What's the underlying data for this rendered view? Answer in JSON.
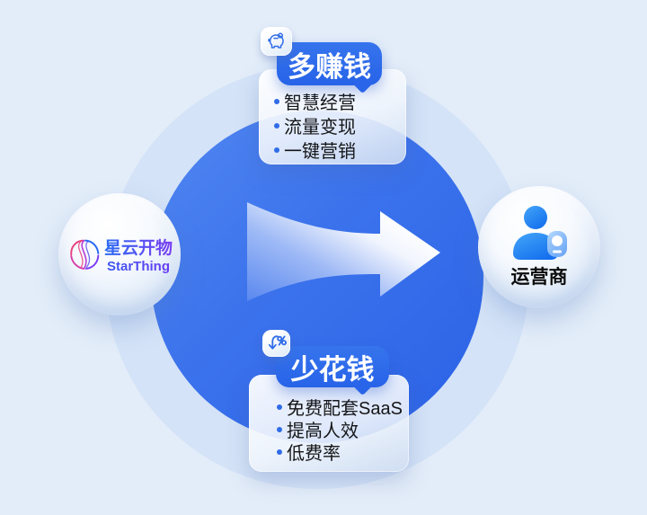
{
  "canvas": {
    "bg": "#e3edf9",
    "ring_color": "#d4e3f7",
    "accent": "#2f6ce8"
  },
  "left_sphere": {
    "logo_cn": "星云开物",
    "logo_en": "StarThing",
    "icon": "swirl-galaxy"
  },
  "right_sphere": {
    "label": "运营商",
    "icon": "operator-person"
  },
  "top_callout": {
    "icon": "piggy-bank",
    "badge": "多赚钱",
    "items": [
      "智慧经营",
      "流量变现",
      "一键营销"
    ]
  },
  "bottom_callout": {
    "icon": "percent-down",
    "badge": "少花钱",
    "items": [
      "免费配套SaaS",
      "提高人效",
      "低费率"
    ]
  },
  "arrow": {
    "direction": "right"
  }
}
